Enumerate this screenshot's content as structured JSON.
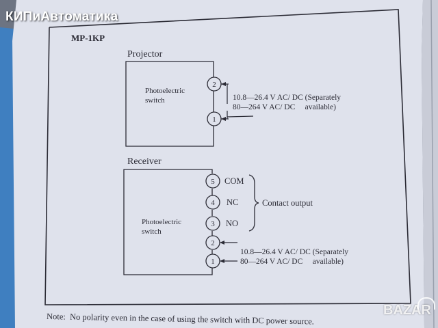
{
  "watermark": "КИПиАвтоматика",
  "model": "MP-1KP",
  "projector": {
    "title": "Projector",
    "device_line1": "Photoelectric",
    "device_line2": "switch",
    "terminals": [
      "2",
      "1"
    ],
    "supply_line1": "10.8—26.4 V AC/ DC (Separately",
    "supply_line2": "80—264 V AC/ DC     available)"
  },
  "receiver": {
    "title": "Receiver",
    "device_line1": "Photoelectric",
    "device_line2": "switch",
    "terminals": [
      "5",
      "4",
      "3",
      "2",
      "1"
    ],
    "terminal_labels": [
      "COM",
      "NC",
      "NO"
    ],
    "contact_output": "Contact output",
    "supply_line1": "10.8—26.4 V AC/ DC (Separately",
    "supply_line2": "80—264 V AC/ DC     available)"
  },
  "note": "Note:  No polarity even in the case of using the switch with DC power source.",
  "logo": "BAZAR"
}
